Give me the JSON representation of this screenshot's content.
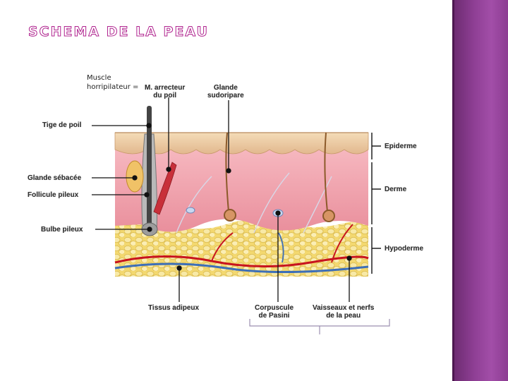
{
  "slide": {
    "title": "SCHEMA DE LA PEAU",
    "note": "Muscle\nhorripilateur ="
  },
  "labels": {
    "m_arrecteur": "M. arrecteur\ndu poil",
    "glande_sudoripare": "Glande\nsudoripare",
    "tige_de_poil": "Tige de poil",
    "glande_sebacee": "Glande sébacée",
    "follicule_pileux": "Follicule pileux",
    "bulbe_pileux": "Bulbe pileux",
    "epiderme": "Epiderme",
    "derme": "Derme",
    "hypoderme": "Hypoderme",
    "tissus_adipeux": "Tissus adipeux",
    "corpuscule_pasini": "Corpuscule\nde Pasini",
    "vaisseaux_nerfs": "Vaisseaux et nerfs\nde la peau"
  },
  "colors": {
    "title_outline": "#b0248f",
    "epidermis": "#e8c9a0",
    "dermis": "#efa3ad",
    "hypodermis": "#f2dc7a",
    "side_band": "#8f3f95"
  }
}
